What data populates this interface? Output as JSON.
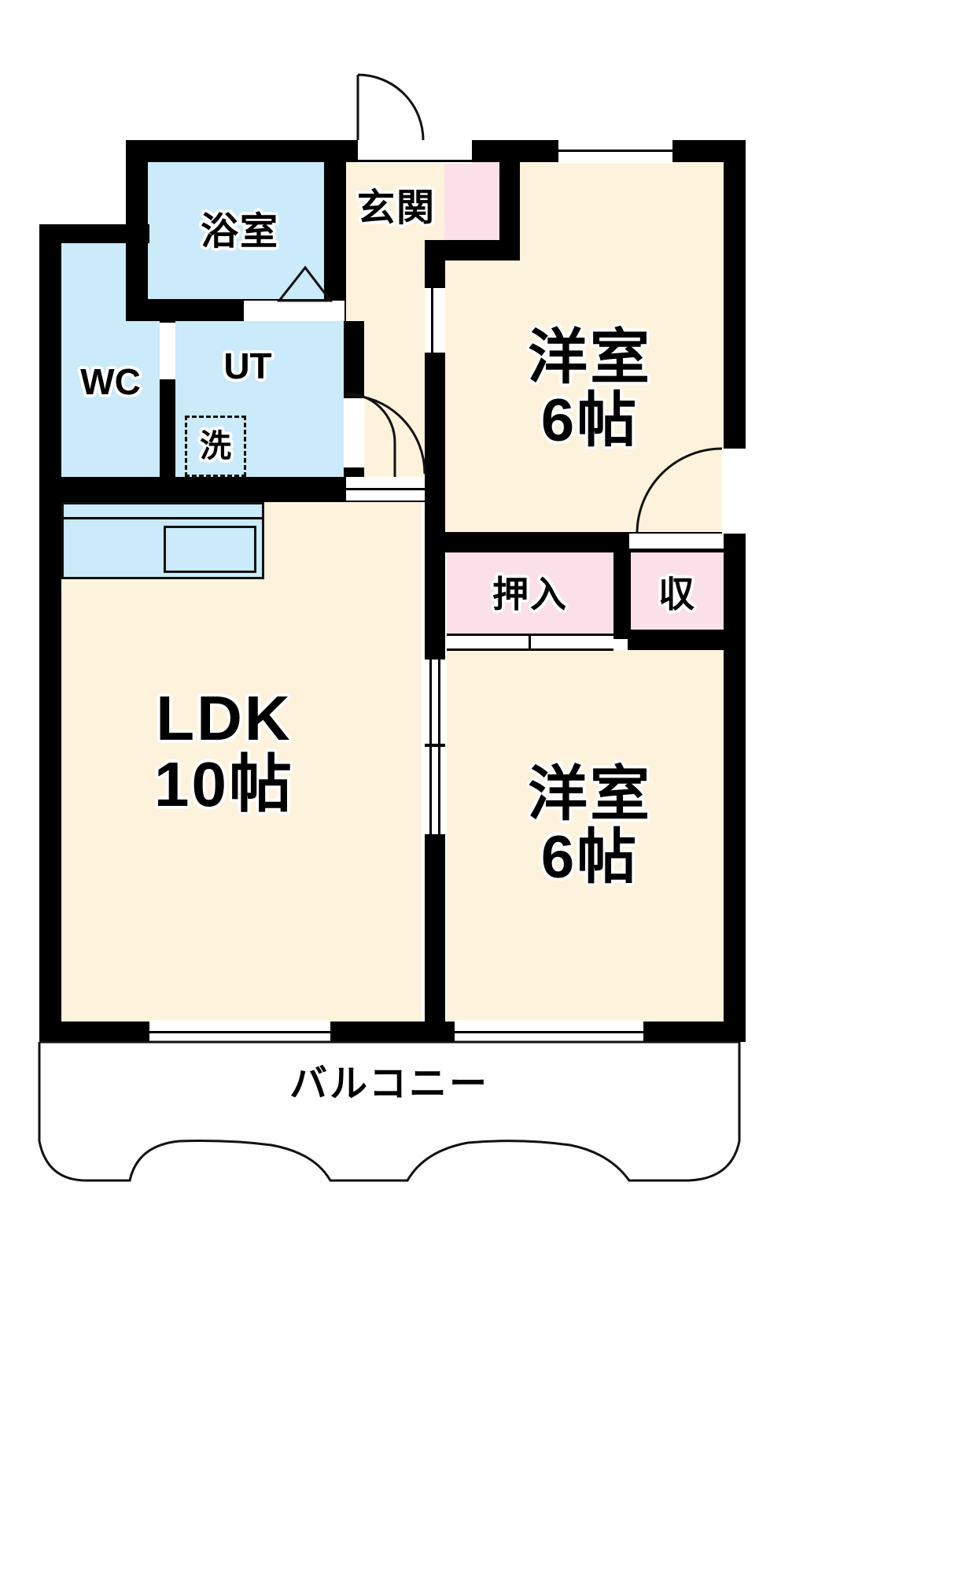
{
  "floorplan": {
    "type": "japanese-apartment-floor-plan",
    "layout_name": "2LDK",
    "colors": {
      "living_floor": "#FDF2DC",
      "water_area": "#CBEAFA",
      "closet": "#FBDFE9",
      "wall": "#000000",
      "background": "#FFFFFF"
    },
    "rooms": [
      {
        "id": "bathroom",
        "label": "浴室",
        "label_size": 48,
        "color": "#CBEAFA"
      },
      {
        "id": "entrance",
        "label": "玄関",
        "label_size": 48,
        "color": "#FDF2DC"
      },
      {
        "id": "wc",
        "label": "WC",
        "label_size": 46,
        "color": "#CBEAFA"
      },
      {
        "id": "ut",
        "label": "UT",
        "label_size": 46,
        "color": "#CBEAFA"
      },
      {
        "id": "washer",
        "label": "洗",
        "label_size": 40,
        "color": "#CBEAFA"
      },
      {
        "id": "ldk",
        "label_line1": "LDK",
        "label_line2": "10帖",
        "label_size": 80,
        "color": "#FDF2DC"
      },
      {
        "id": "washitsu-north",
        "label_line1": "洋室",
        "label_line2": "6帖",
        "label_size": 76,
        "color": "#FDF2DC"
      },
      {
        "id": "washitsu-south",
        "label_line1": "洋室",
        "label_line2": "6帖",
        "label_size": 76,
        "color": "#FDF2DC"
      },
      {
        "id": "oshiire",
        "label": "押入",
        "label_size": 46,
        "color": "#FBDFE9"
      },
      {
        "id": "shuunou",
        "label": "収",
        "label_size": 46,
        "color": "#FBDFE9"
      },
      {
        "id": "balcony",
        "label": "バルコニー",
        "label_size": 48,
        "color": "#FFFFFF"
      },
      {
        "id": "entrance-closet",
        "label": "",
        "color": "#FBDFE9"
      }
    ],
    "labels": {
      "bathroom": "浴室",
      "entrance": "玄関",
      "wc": "WC",
      "ut": "UT",
      "washer": "洗",
      "ldk_name": "LDK",
      "ldk_size": "10帖",
      "room_north_name": "洋室",
      "room_north_size": "6帖",
      "room_south_name": "洋室",
      "room_south_size": "6帖",
      "closet_oshiire": "押入",
      "closet_shuunou": "収",
      "balcony": "バルコニー"
    },
    "fixtures": [
      {
        "name": "kitchen-counter",
        "type": "counter"
      },
      {
        "name": "kitchen-sink",
        "type": "sink"
      },
      {
        "name": "washing-machine-pan",
        "type": "dashed-square-with-cross"
      },
      {
        "name": "bath-tub-marker",
        "type": "triangle"
      }
    ],
    "openings": [
      {
        "name": "entrance-door",
        "type": "hinged-door-swing"
      },
      {
        "name": "bathroom-door",
        "type": "sliding"
      },
      {
        "name": "ut-door",
        "type": "hinged-door-swing"
      },
      {
        "name": "room-north-door",
        "type": "hinged-door-swing"
      },
      {
        "name": "balcony-window-ldk",
        "type": "window"
      },
      {
        "name": "balcony-window-room",
        "type": "window"
      },
      {
        "name": "north-window-room",
        "type": "window"
      },
      {
        "name": "ldk-room-sliding-door",
        "type": "sliding"
      },
      {
        "name": "oshiire-sliding-doors",
        "type": "sliding"
      }
    ]
  }
}
